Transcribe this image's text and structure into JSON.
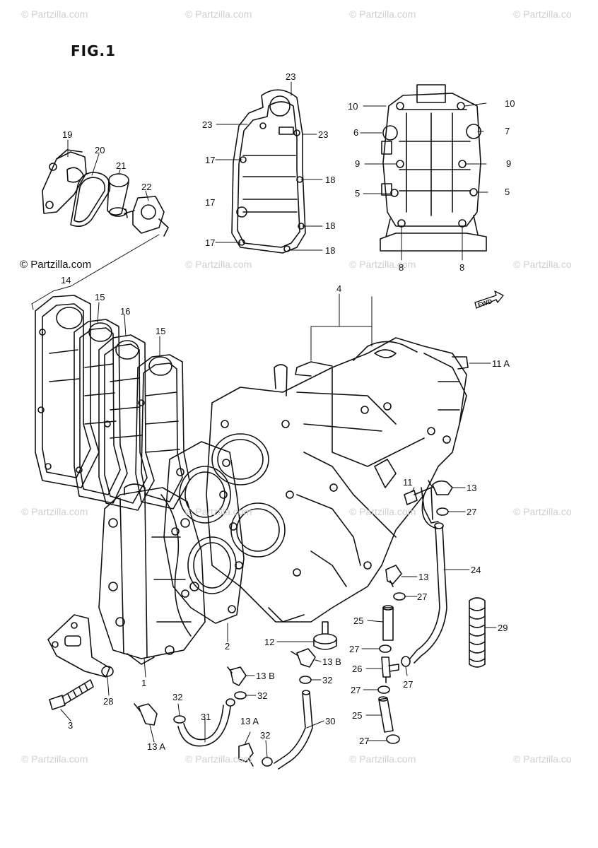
{
  "title": "FIG.1",
  "watermarks": {
    "text": "© Partzilla.com",
    "text_short": "© Partzilla.co"
  },
  "fwd_label": "FWD",
  "callouts": {
    "c23a": "23",
    "c23b": "23",
    "c23c": "23",
    "c17a": "17",
    "c17b": "17",
    "c17c": "17",
    "c18a": "18",
    "c18b": "18",
    "c18c": "18",
    "c10a": "10",
    "c10b": "10",
    "c6": "6",
    "c7": "7",
    "c9a": "9",
    "c9b": "9",
    "c5a": "5",
    "c5b": "5",
    "c8a": "8",
    "c8b": "8",
    "c19": "19",
    "c20": "20",
    "c21": "21",
    "c22": "22",
    "c14": "14",
    "c15a": "15",
    "c15b": "15",
    "c16": "16",
    "c4": "4",
    "c11a": "11 A",
    "c11": "11",
    "c13a": "13",
    "c27a": "27",
    "c24": "24",
    "c13b": "13",
    "c27b": "27",
    "c25a": "25",
    "c29": "29",
    "c2": "2",
    "c12": "12",
    "c13B1": "13 B",
    "c27c": "27",
    "c13B2": "13 B",
    "c26": "26",
    "c32a": "32",
    "c32b": "32",
    "c27d": "27",
    "c27e": "27",
    "c25b": "25",
    "c1": "1",
    "c28": "28",
    "c3": "3",
    "c32c": "32",
    "c31": "31",
    "c13A1": "13 A",
    "c13A2": "13 A",
    "c30": "30",
    "c27f": "27",
    "c32d": "32"
  }
}
